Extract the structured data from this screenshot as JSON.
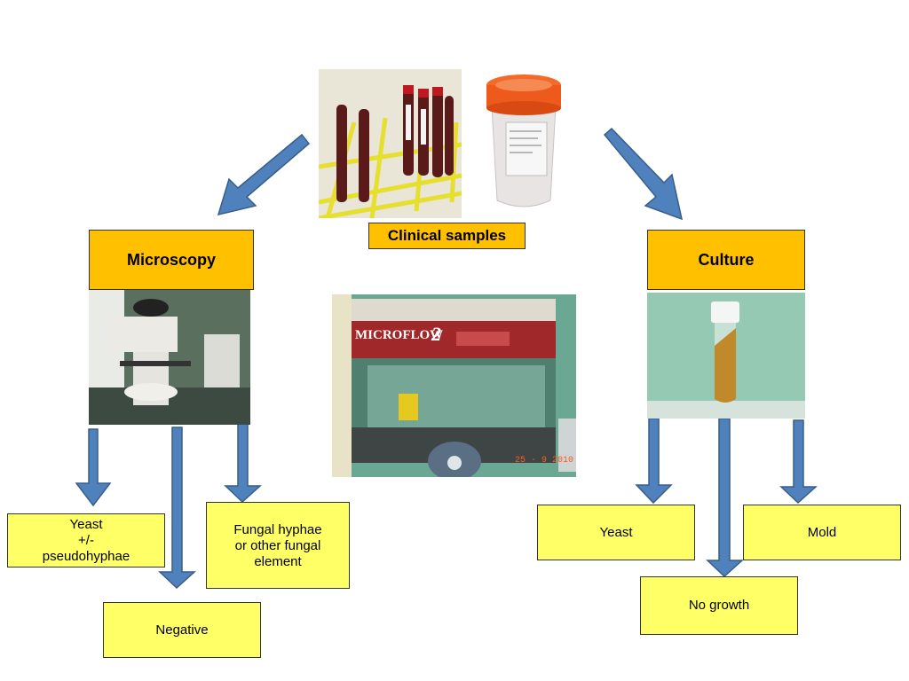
{
  "root": {
    "label": "Clinical samples"
  },
  "left": {
    "title": "Microscopy",
    "results": {
      "yeast": "Yeast\n+/-\npseudohyphae",
      "hyphae": "Fungal hyphae\nor other fungal\nelement",
      "negative": "Negative"
    }
  },
  "right": {
    "title": "Culture",
    "results": {
      "yeast": "Yeast",
      "mold": "Mold",
      "no_growth": "No growth"
    }
  },
  "cabinet_photo": {
    "brand": "MICROFLOW",
    "model": "2",
    "date_stamp": "25 · 9 2010"
  },
  "colors": {
    "header_fill": "#ffc000",
    "leaf_fill": "#ffff66",
    "arrow_fill": "#4f81bd",
    "arrow_stroke": "#385d8a"
  }
}
